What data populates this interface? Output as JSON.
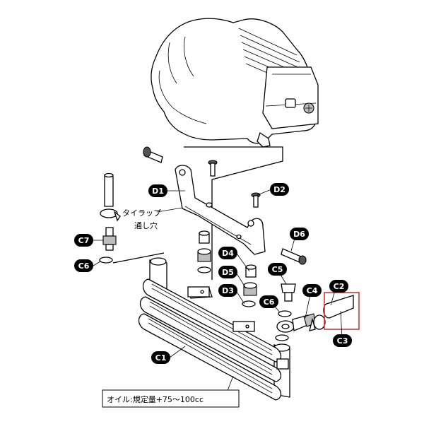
{
  "callouts": {
    "D1": "D1",
    "D2": "D2",
    "D3": "D3",
    "D4": "D4",
    "D5": "D5",
    "D6": "D6",
    "C1": "C1",
    "C2": "C2",
    "C3": "C3",
    "C4": "C4",
    "C5": "C5",
    "C6_left": "C6",
    "C6_right": "C6",
    "C7": "C7"
  },
  "notes": {
    "tie_wrap_line1": "タイラップ",
    "tie_wrap_line2": "通し穴",
    "oil_capacity": "オイル:規定量+75～100cc"
  },
  "colors": {
    "callout_fill": "#000000",
    "callout_text": "#ffffff",
    "highlight_box": "#d9343a"
  }
}
